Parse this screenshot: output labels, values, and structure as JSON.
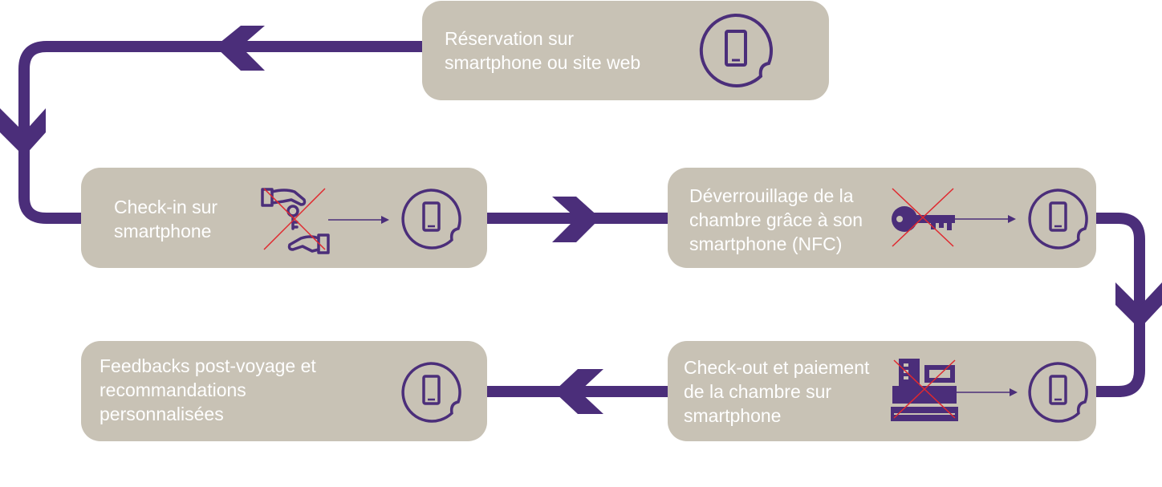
{
  "colors": {
    "flow": "#4b2e7a",
    "box": "#c8c2b5",
    "text": "#ffffff",
    "cross": "#e0282e"
  },
  "steps": [
    {
      "label": "Réservation sur\nsmartphone ou site web",
      "icons": [
        "smartphone-icon"
      ]
    },
    {
      "label": "Check-in sur\nsmartphone",
      "icons": [
        "key-handover-icon",
        "cross-mark",
        "arrow-right",
        "smartphone-icon"
      ]
    },
    {
      "label": "Déverrouillage de la\nchambre grâce à son\nsmartphone (NFC)",
      "icons": [
        "key-icon",
        "cross-mark",
        "arrow-right",
        "smartphone-icon"
      ]
    },
    {
      "label": "Check-out et paiement\nde la chambre sur\nsmartphone",
      "icons": [
        "cash-register-icon",
        "cross-mark",
        "arrow-right",
        "smartphone-icon"
      ]
    },
    {
      "label": "Feedbacks post-voyage et\nrecommandations\npersonnalisées",
      "icons": [
        "smartphone-icon"
      ]
    }
  ]
}
